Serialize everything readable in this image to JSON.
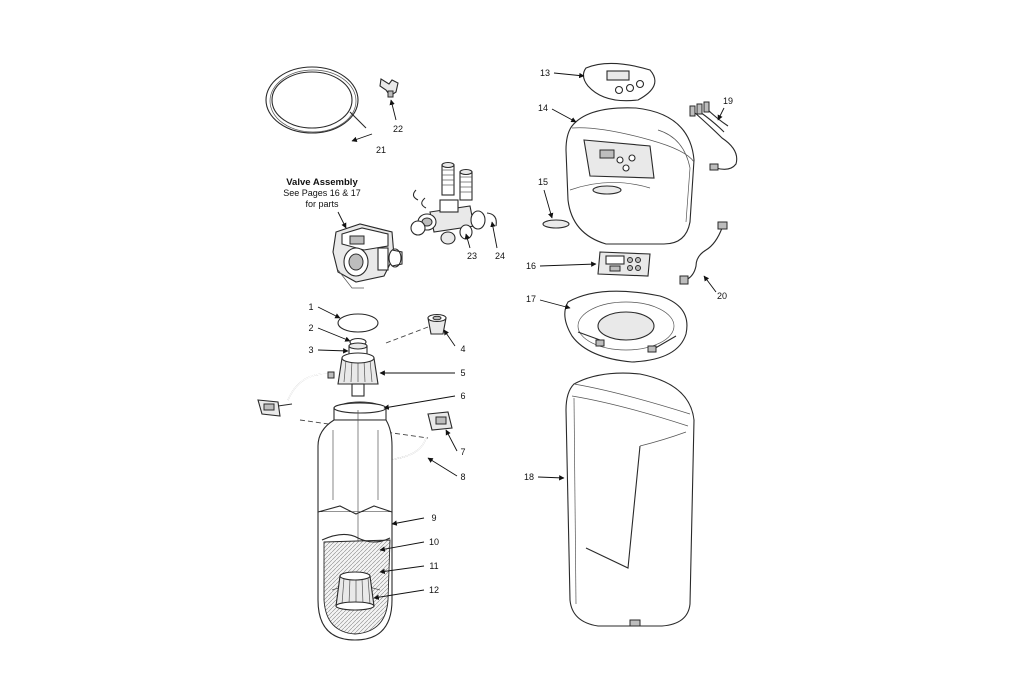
{
  "diagram": {
    "valve_assembly_note": {
      "title": "Valve Assembly",
      "line2": "See Pages 16 & 17",
      "line3": "for parts"
    },
    "callouts": {
      "c1": "1",
      "c2": "2",
      "c3": "3",
      "c4": "4",
      "c5": "5",
      "c6": "6",
      "c7": "7",
      "c8": "8",
      "c9": "9",
      "c10": "10",
      "c11": "11",
      "c12": "12",
      "c13": "13",
      "c14": "14",
      "c15": "15",
      "c16": "16",
      "c17": "17",
      "c18": "18",
      "c19": "19",
      "c20": "20",
      "c21": "21",
      "c22": "22",
      "c23": "23",
      "c24": "24"
    }
  }
}
